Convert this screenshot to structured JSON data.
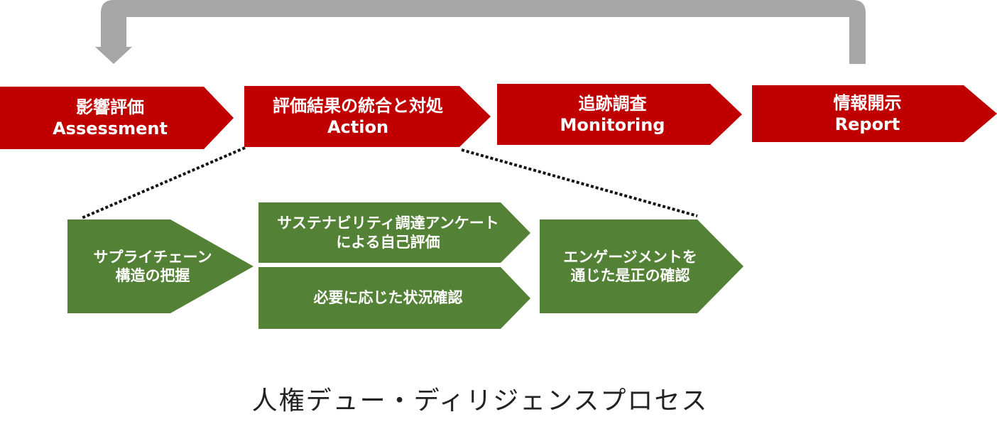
{
  "colors": {
    "red": "#c00000",
    "green": "#538135",
    "loop_arrow": "#a6a6a6",
    "dotted": "#111111"
  },
  "stages": [
    {
      "ja": "影響評価",
      "en": "Assessment"
    },
    {
      "ja": "評価結果の統合と対処",
      "en": "Action"
    },
    {
      "ja": "追跡調査",
      "en": "Monitoring"
    },
    {
      "ja": "情報開示",
      "en": "Report"
    }
  ],
  "action_details": {
    "step1": {
      "line1": "サプライチェーン",
      "line2": "構造の把握"
    },
    "step2a": {
      "line1": "サステナビリティ調達アンケート",
      "line2": "による自己評価"
    },
    "step2b": {
      "line1": "必要に応じた状況確認"
    },
    "step3": {
      "line1": "エンゲージメントを",
      "line2": "通じた是正の確認"
    }
  },
  "loop_arrow_icon": "return-arrow-icon",
  "caption": "人権デュー・ディリジェンスプロセス"
}
